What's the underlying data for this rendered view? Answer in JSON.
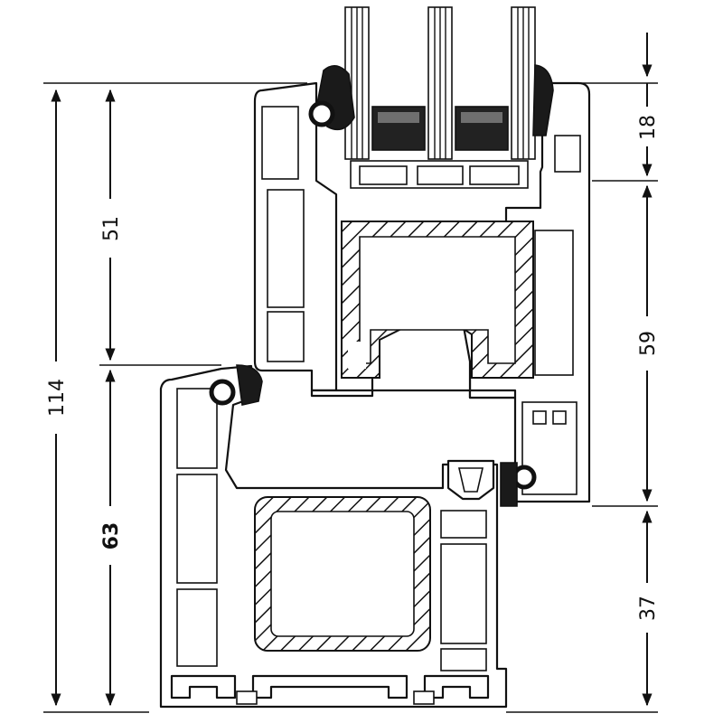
{
  "dimensions": {
    "total_height": "114",
    "sash_upper": "51",
    "frame_lower": "63",
    "glass_rebate": "18",
    "sash_mid": "59",
    "frame_bottom": "37"
  }
}
